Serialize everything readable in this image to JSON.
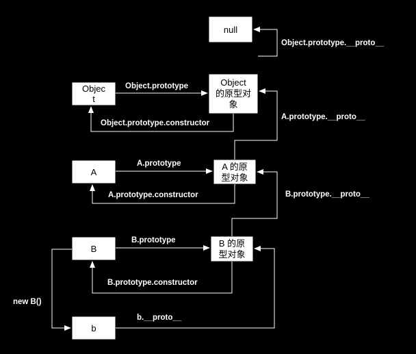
{
  "nodes": {
    "null_node": [
      "null"
    ],
    "object_ctor": [
      "Objec",
      "t"
    ],
    "object_proto": [
      "Object",
      "的原型对",
      "象"
    ],
    "a_ctor": [
      "A"
    ],
    "a_proto": [
      "A 的原",
      "型对象"
    ],
    "b_ctor": [
      "B"
    ],
    "b_proto": [
      "B 的原",
      "型对象"
    ],
    "b_instance": [
      "b"
    ]
  },
  "edges": {
    "object_proto_proto": "Object.prototype.__proto__",
    "object_prototype": "Object.prototype",
    "object_constructor": "Object.prototype.constructor",
    "a_proto_proto": "A.prototype.__proto__",
    "a_prototype": "A.prototype",
    "a_constructor": "A.prototype.constructor",
    "b_proto_proto": "B.prototype.__proto__",
    "b_prototype": "B.prototype",
    "b_constructor": "B.prototype.constructor",
    "new_b": "new B()",
    "b_instance_proto": "b.__proto__"
  }
}
